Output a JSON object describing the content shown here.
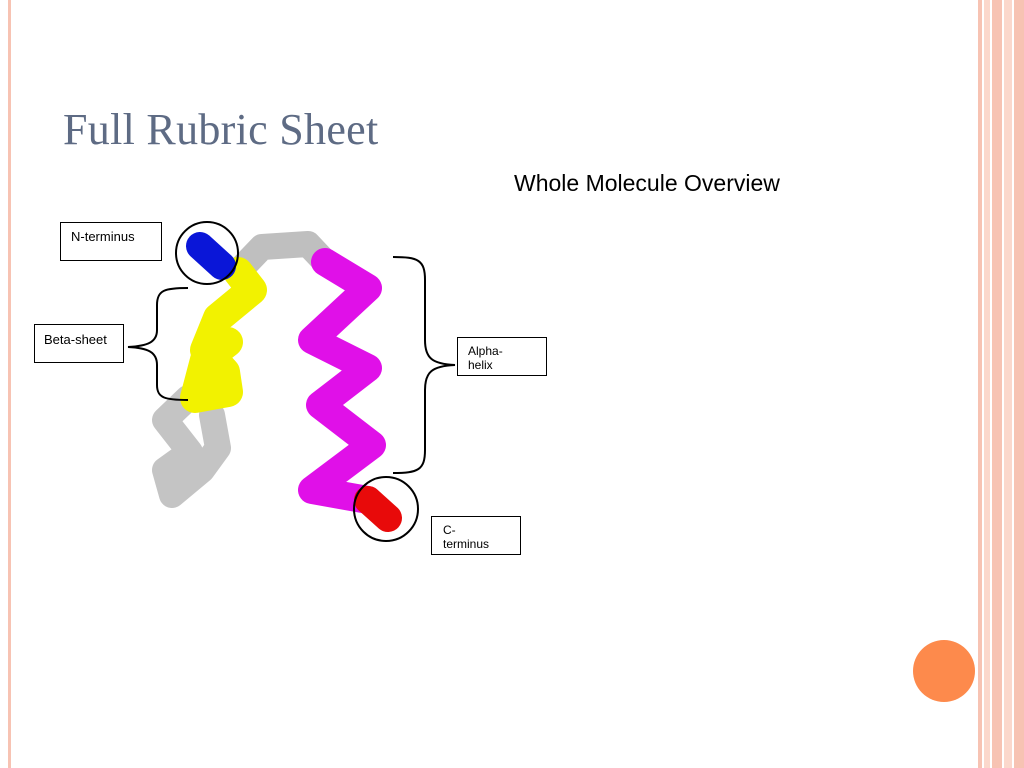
{
  "slide": {
    "title": "Full Rubric Sheet",
    "subtitle": "Whole Molecule Overview"
  },
  "labels": {
    "n_terminus": "N-terminus",
    "beta_sheet": "Beta-sheet",
    "alpha_helix_line1": "Alpha-",
    "alpha_helix_line2": "helix",
    "c_terminus_line1": "C-",
    "c_terminus_line2": "terminus"
  },
  "colors": {
    "title": "#5e6b84",
    "border_pink": "#f7c3b3",
    "accent_orange": "#fd8a4c",
    "n_terminus": "#0a16d8",
    "beta_sheet": "#f2f200",
    "alpha_helix": "#e010e8",
    "c_terminus": "#e80a0a",
    "coil": "#bfbfbf"
  }
}
